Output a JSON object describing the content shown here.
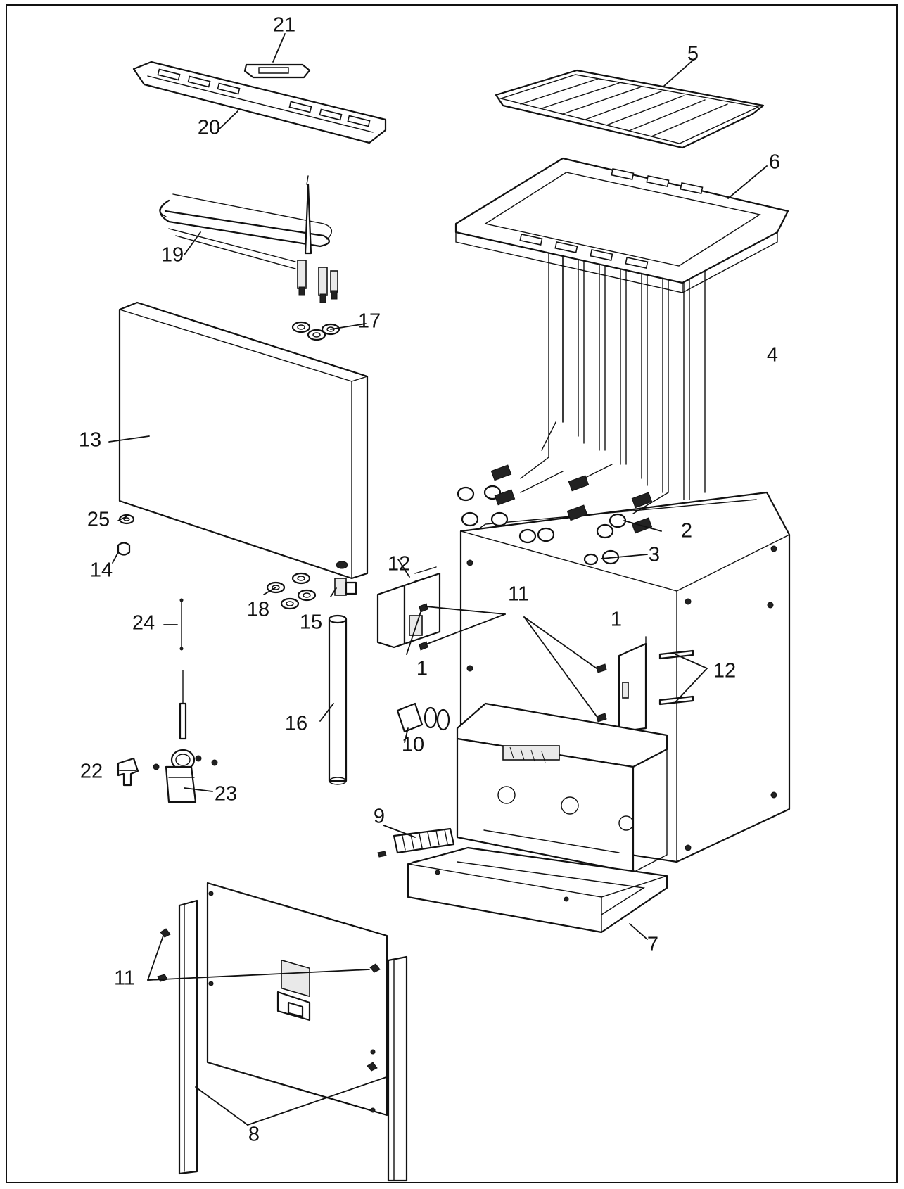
{
  "callouts": {
    "c1a": "1",
    "c1b": "1",
    "c2": "2",
    "c3": "3",
    "c4": "4",
    "c5": "5",
    "c6": "6",
    "c7": "7",
    "c8": "8",
    "c9": "9",
    "c10": "10",
    "c11a": "11",
    "c11b": "11",
    "c12a": "12",
    "c12b": "12",
    "c13": "13",
    "c14": "14",
    "c15": "15",
    "c16": "16",
    "c17": "17",
    "c18": "18",
    "c19": "19",
    "c20": "20",
    "c21": "21",
    "c22": "22",
    "c23": "23",
    "c24": "24",
    "c25": "25"
  }
}
